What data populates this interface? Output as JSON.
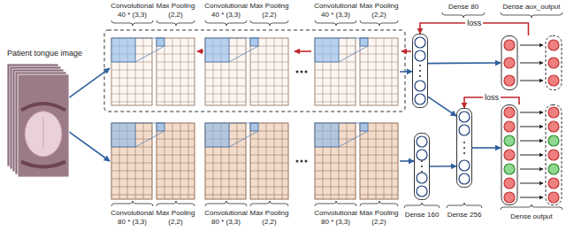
{
  "diagram": {
    "nodes": [
      {
        "text": [
          "Patient tongue image"
        ]
      },
      {
        "text": [
          "Convolutional 40 * (3,3)",
          "Max Pooling (2,2)"
        ]
      },
      {
        "text": [
          "Convolutional 40 * (3,3)",
          "Max Pooling (2,2)"
        ]
      },
      {
        "text": [
          "Convolutional 40 * (3,3)",
          "Max Pooling (2,2)"
        ]
      },
      {
        "text": [
          "Dense 80"
        ]
      },
      {
        "text": [
          "Dense aux_output"
        ]
      },
      {
        "text": [
          "Convolutional 80 * (3,3)",
          "Max Pooling (2,2)"
        ]
      },
      {
        "text": [
          "Convolutional 80 * (3,3)",
          "Max Pooling (2,2)"
        ]
      },
      {
        "text": [
          "Convolutional 80 * (3,3)",
          "Max Pooling (2,2)"
        ]
      },
      {
        "text": [
          "Dense 160"
        ]
      },
      {
        "text": [
          "Dense 256"
        ]
      },
      {
        "text": [
          "Dense output"
        ]
      }
    ],
    "edges": [
      {
        "from": 0,
        "to": 1,
        "arrow": "to"
      },
      {
        "from": 0,
        "to": 6,
        "arrow": "to"
      },
      {
        "from": 3,
        "to": 4,
        "arrow": "to"
      },
      {
        "from": 4,
        "to": 5,
        "arrow": "to"
      },
      {
        "from": 4,
        "to": 10,
        "arrow": "to"
      },
      {
        "from": 8,
        "to": 9,
        "arrow": "to"
      },
      {
        "from": 9,
        "to": 10,
        "arrow": "to"
      },
      {
        "from": 10,
        "to": 11,
        "arrow": "to"
      },
      {
        "from": 5,
        "to": 4,
        "label": "loss",
        "arrow": "to"
      },
      {
        "from": 11,
        "to": 10,
        "label": "loss",
        "arrow": "to"
      }
    ]
  }
}
